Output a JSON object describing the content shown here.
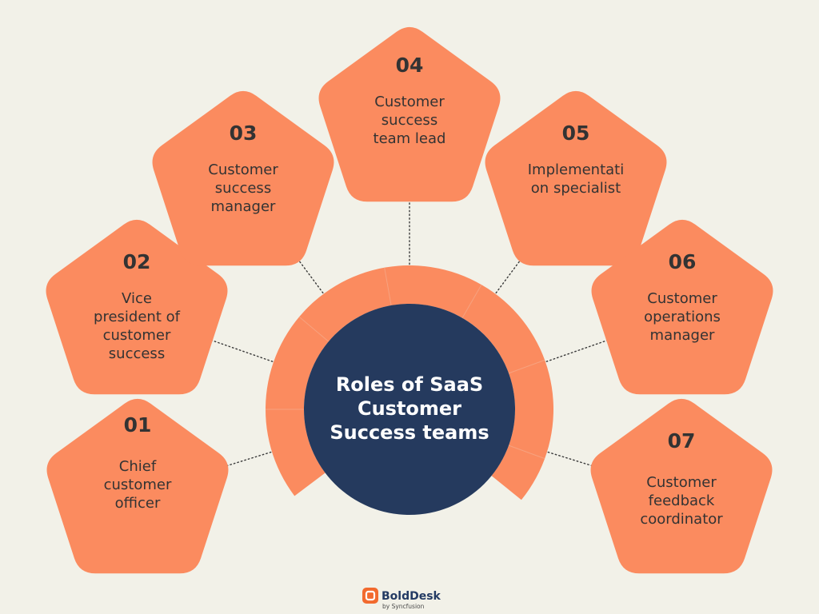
{
  "diagram": {
    "center_title_lines": [
      "Roles of SaaS",
      "Customer",
      "Success teams"
    ],
    "roles": [
      {
        "number": "01",
        "label_lines": [
          "Chief",
          "customer",
          "officer"
        ]
      },
      {
        "number": "02",
        "label_lines": [
          "Vice",
          "president of",
          "customer",
          "success"
        ]
      },
      {
        "number": "03",
        "label_lines": [
          "Customer",
          "success",
          "manager"
        ]
      },
      {
        "number": "04",
        "label_lines": [
          "Customer",
          "success",
          "team lead"
        ]
      },
      {
        "number": "05",
        "label_lines": [
          "Implementati",
          "on specialist"
        ]
      },
      {
        "number": "06",
        "label_lines": [
          "Customer",
          "operations",
          "manager"
        ]
      },
      {
        "number": "07",
        "label_lines": [
          "Customer",
          "feedback",
          "coordinator"
        ]
      }
    ]
  },
  "brand": {
    "name": "BoldDesk",
    "tagline": "by Syncfusion",
    "logo_icon": "bolddesk-logo-icon"
  },
  "colors": {
    "background": "#f2f1e8",
    "pentagon_fill": "#fb8b5f",
    "center_fill": "#253a5e",
    "text_dark": "#333333",
    "text_light": "#ffffff",
    "logo_orange": "#f26a2e"
  }
}
